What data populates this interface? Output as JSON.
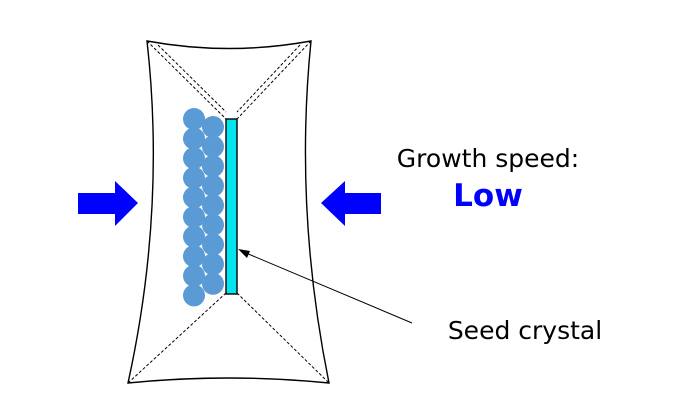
{
  "labels": {
    "growth_speed": "Growth speed:",
    "growth_value": "Low",
    "seed_crystal": "Seed crystal"
  },
  "colors": {
    "arrow": "#0000ff",
    "growth_value": "#0000ff",
    "seed_crystal_fill": "#00e5ee",
    "particle_fill": "#5b9bd5",
    "outline": "#000000"
  },
  "icons": {
    "left_arrow": "right-pointing-block-arrow",
    "right_arrow": "left-pointing-block-arrow"
  }
}
